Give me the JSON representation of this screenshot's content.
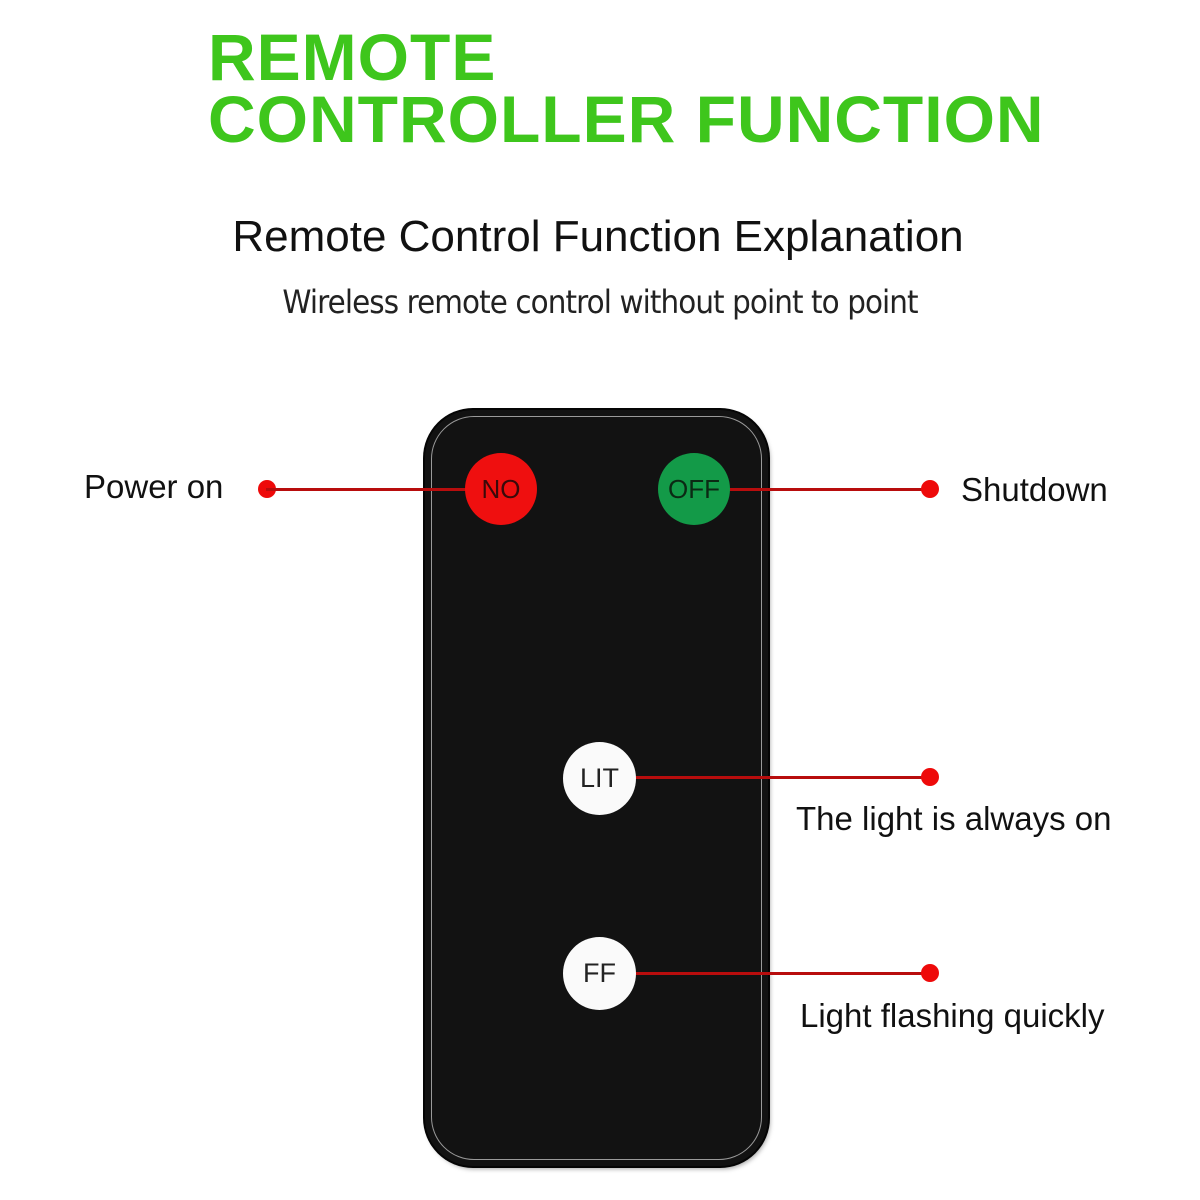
{
  "header": {
    "title_line1": "REMOTE",
    "title_line2": "CONTROLLER FUNCTION",
    "title_color": "#3ec61c",
    "subtitle": "Remote Control Function Explanation",
    "tagline": "Wireless remote control without point to point"
  },
  "remote": {
    "body_color": "#121212",
    "buttons": [
      {
        "id": "on",
        "label": "NO",
        "color": "#ef0f0f",
        "callout": "Power on",
        "callout_side": "left"
      },
      {
        "id": "off",
        "label": "OFF",
        "color": "#139a48",
        "callout": "Shutdown",
        "callout_side": "right"
      },
      {
        "id": "lit",
        "label": "LIT",
        "color": "#fafafa",
        "callout": "The light is always on",
        "callout_side": "right"
      },
      {
        "id": "ff",
        "label": "FF",
        "color": "#fafafa",
        "callout": "Light flashing quickly",
        "callout_side": "right"
      }
    ]
  },
  "callout_colors": {
    "line": "#b80d0d",
    "dot": "#ee0a0a"
  }
}
